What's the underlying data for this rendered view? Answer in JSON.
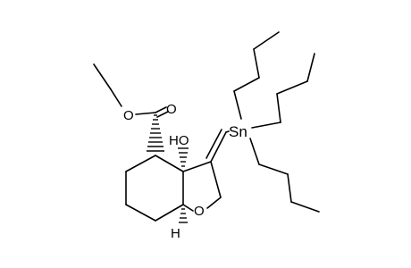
{
  "molecule": {
    "atoms": {
      "ester_o": "O",
      "carbonyl_o": "O",
      "hydroxyl": "HO",
      "tin": "Sn",
      "ring_o": "O",
      "ring_h": "H"
    },
    "colors": {
      "ink": "#000000",
      "background": "#ffffff"
    }
  }
}
